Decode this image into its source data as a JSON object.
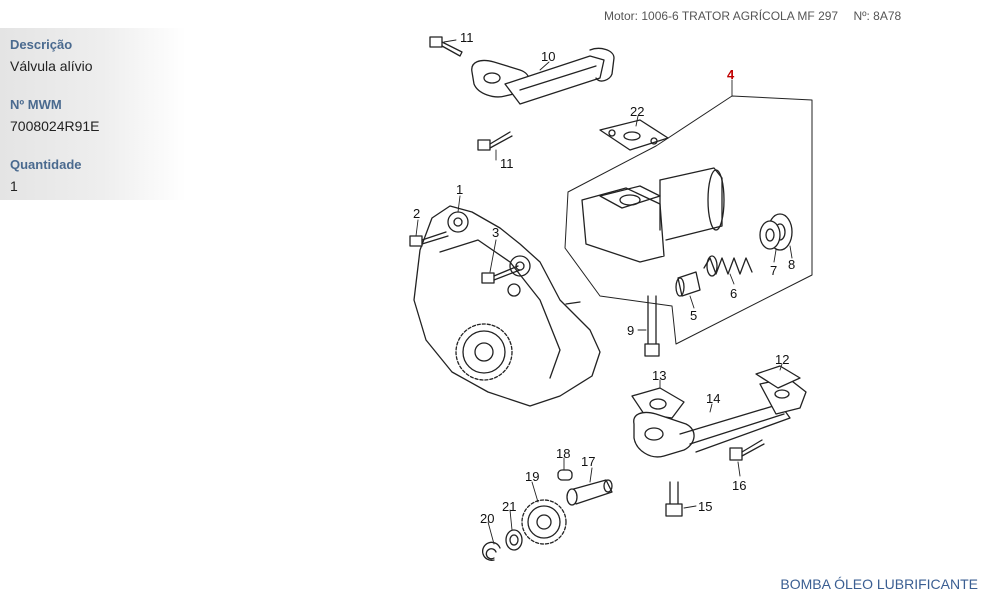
{
  "header": {
    "motor_text": "Motor: 1006-6 TRATOR AGRÍCOLA MF 297",
    "number_text": "Nº: 8A78"
  },
  "sidebar": {
    "fields": [
      {
        "label": "Descrição",
        "value": "Válvula alívio"
      },
      {
        "label": "Nº MWM",
        "value": "7008024R91E"
      },
      {
        "label": "Quantidade",
        "value": "1"
      }
    ]
  },
  "diagram": {
    "part_labels": [
      "11",
      "10",
      "4",
      "22",
      "11",
      "1",
      "2",
      "3",
      "7",
      "8",
      "6",
      "5",
      "9",
      "13",
      "12",
      "14",
      "16",
      "15",
      "18",
      "17",
      "19",
      "21",
      "20"
    ]
  },
  "footer": {
    "title": "BOMBA ÓLEO LUBRIFICANTE"
  },
  "colors": {
    "label_blue": "#4a6a8f",
    "footer_blue": "#3a5e92",
    "highlight_red": "#c00000"
  }
}
